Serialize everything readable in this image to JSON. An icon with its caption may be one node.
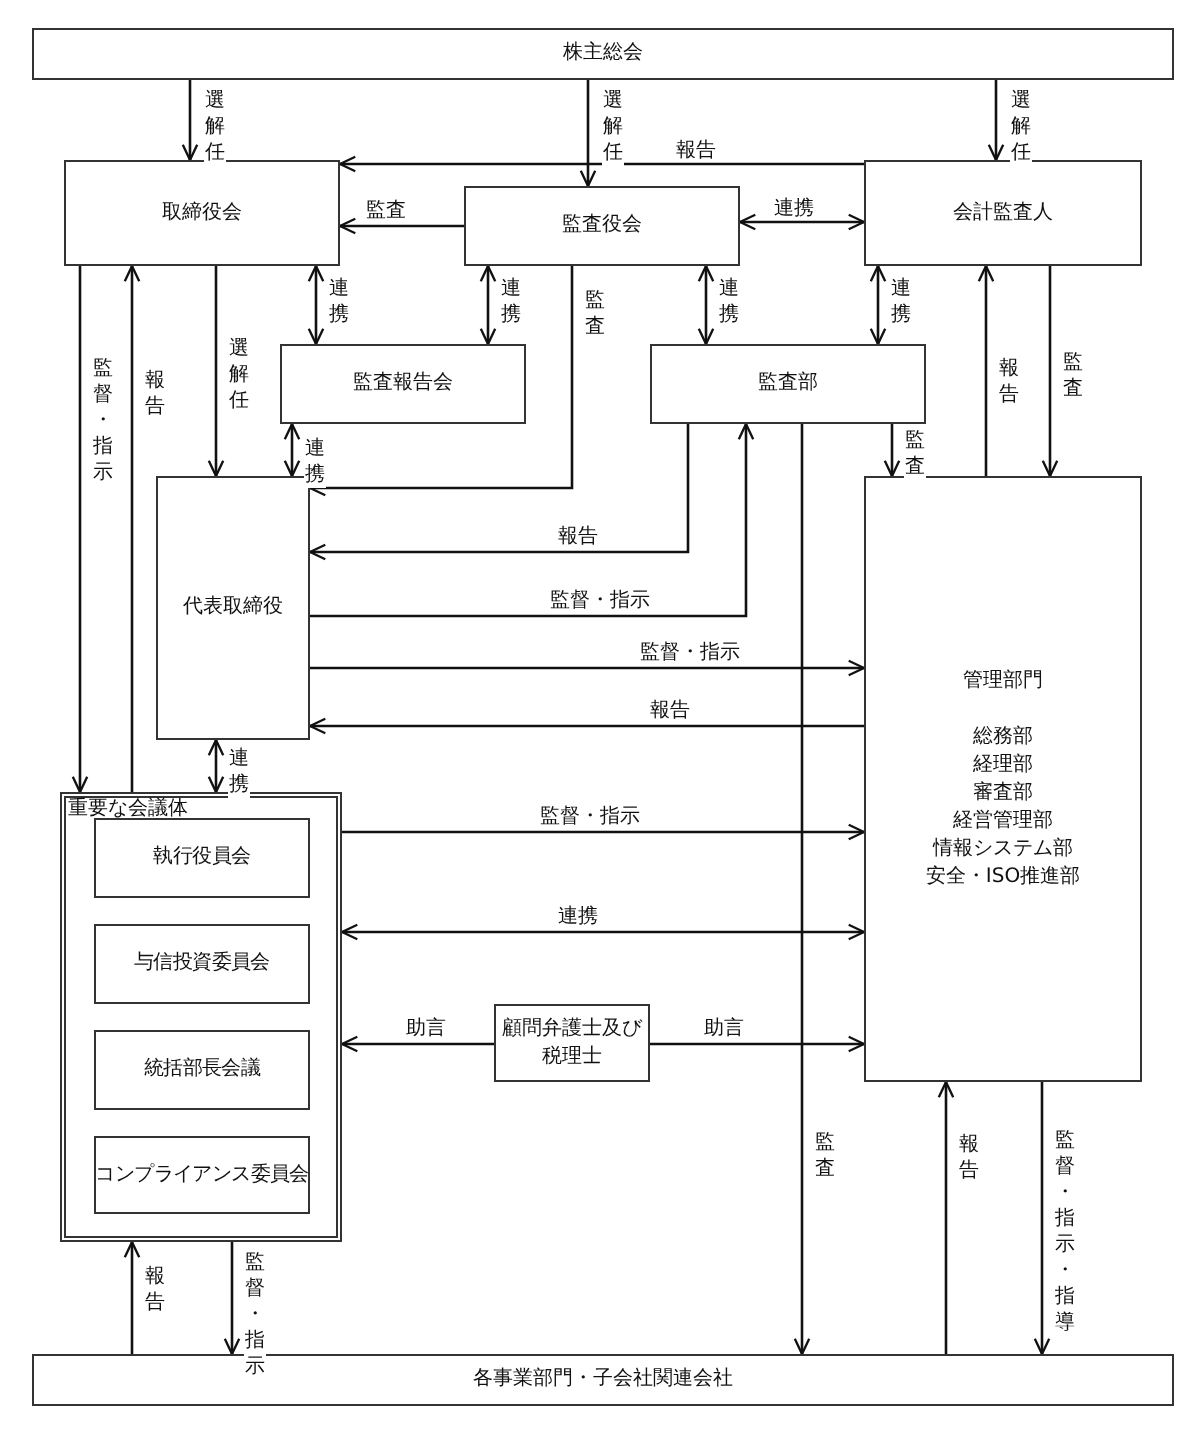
{
  "diagram": {
    "nodes": [
      {
        "text": [
          "株主総会"
        ]
      },
      {
        "text": [
          "取締役会"
        ]
      },
      {
        "text": [
          "監査役会"
        ]
      },
      {
        "text": [
          "会計監査人"
        ]
      },
      {
        "text": [
          "監査報告会"
        ]
      },
      {
        "text": [
          "監査部"
        ]
      },
      {
        "text": [
          "代表取締役"
        ]
      },
      {
        "text": [
          "管理部門",
          "総務部",
          "経理部",
          "審査部",
          "経営管理部",
          "情報システム部",
          "安全・ISO推進部"
        ]
      },
      {
        "text": [
          "重要な会議体"
        ]
      },
      {
        "text": [
          "執行役員会"
        ],
        "in": 8
      },
      {
        "text": [
          "与信投資委員会"
        ],
        "in": 8
      },
      {
        "text": [
          "統括部長会議"
        ],
        "in": 8
      },
      {
        "text": [
          "コンプライアンス委員会"
        ],
        "in": 8
      },
      {
        "text": [
          "顧問弁護士及び税理士"
        ]
      },
      {
        "text": [
          "各事業部門・子会社関連会社"
        ]
      }
    ],
    "edges": [
      {
        "from": 0,
        "to": 1,
        "arrow": "to",
        "label": "選解任"
      },
      {
        "from": 0,
        "to": 2,
        "arrow": "to",
        "label": "選解任"
      },
      {
        "from": 0,
        "to": 3,
        "arrow": "to",
        "label": "選解任"
      },
      {
        "from": 3,
        "to": 1,
        "arrow": "to",
        "label": "報告"
      },
      {
        "from": 2,
        "to": 1,
        "arrow": "to",
        "label": "監査"
      },
      {
        "from": 2,
        "to": 3,
        "arrow": "both",
        "label": "連携"
      },
      {
        "from": 1,
        "to": 4,
        "arrow": "both",
        "label": "連携"
      },
      {
        "from": 2,
        "to": 4,
        "arrow": "both",
        "label": "連携"
      },
      {
        "from": 2,
        "to": 5,
        "arrow": "both",
        "label": "連携"
      },
      {
        "from": 3,
        "to": 5,
        "arrow": "both",
        "label": "連携"
      },
      {
        "from": 1,
        "to": 8,
        "arrow": "to",
        "label": "監督・指示"
      },
      {
        "from": 8,
        "to": 1,
        "arrow": "to",
        "label": "報告"
      },
      {
        "from": 1,
        "to": 6,
        "arrow": "to",
        "label": "選解任"
      },
      {
        "from": 4,
        "to": 6,
        "arrow": "both",
        "label": "連携"
      },
      {
        "from": 2,
        "to": 6,
        "arrow": "to",
        "label": "監査"
      },
      {
        "from": 5,
        "to": 6,
        "arrow": "to",
        "label": "報告"
      },
      {
        "from": 6,
        "to": 5,
        "arrow": "to",
        "label": "監督・指示"
      },
      {
        "from": 5,
        "to": 7,
        "arrow": "to",
        "label": "監査"
      },
      {
        "from": 7,
        "to": 3,
        "arrow": "to",
        "label": "報告"
      },
      {
        "from": 3,
        "to": 7,
        "arrow": "to",
        "label": "監査"
      },
      {
        "from": 6,
        "to": 7,
        "arrow": "to",
        "label": "監督・指示"
      },
      {
        "from": 7,
        "to": 6,
        "arrow": "to",
        "label": "報告"
      },
      {
        "from": 6,
        "to": 8,
        "arrow": "both",
        "label": "連携"
      },
      {
        "from": 8,
        "to": 7,
        "arrow": "to",
        "label": "監督・指示"
      },
      {
        "from": 8,
        "to": 7,
        "arrow": "both",
        "label": "連携"
      },
      {
        "from": 13,
        "to": 8,
        "arrow": "to",
        "label": "助言"
      },
      {
        "from": 13,
        "to": 7,
        "arrow": "to",
        "label": "助言"
      },
      {
        "from": 5,
        "to": 14,
        "arrow": "to",
        "label": "監査"
      },
      {
        "from": 14,
        "to": 7,
        "arrow": "to",
        "label": "報告"
      },
      {
        "from": 7,
        "to": 14,
        "arrow": "to",
        "label": "監督・指示・指導"
      },
      {
        "from": 14,
        "to": 8,
        "arrow": "to",
        "label": "報告"
      },
      {
        "from": 8,
        "to": 14,
        "arrow": "to",
        "label": "監督・指示"
      }
    ]
  }
}
